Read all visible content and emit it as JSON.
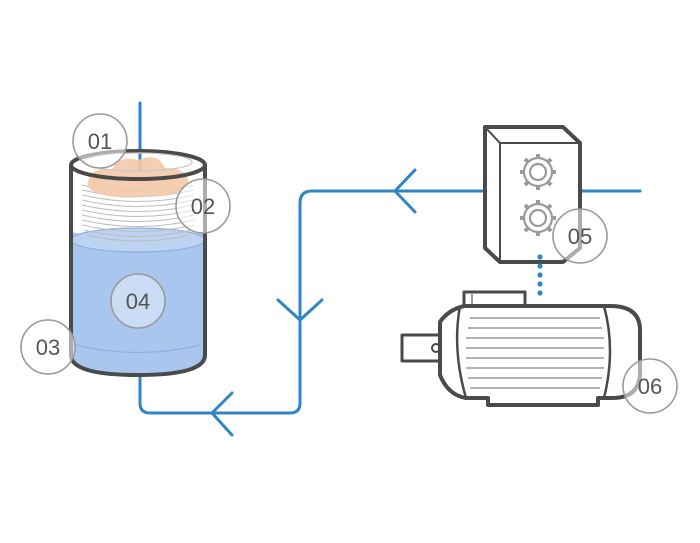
{
  "labels": {
    "l01": "01",
    "l02": "02",
    "l03": "03",
    "l04": "04",
    "l05": "05",
    "l06": "06"
  },
  "colors": {
    "flow": "#2f86c4",
    "outline": "#4a4a4a",
    "liquid": "#a9c6ee",
    "foam": "#f4c9a8",
    "callout": "#9a9a9a",
    "callout_fill": "rgba(255,255,255,0.55)"
  },
  "icons": {
    "tank": "tank-icon",
    "gearbox": "gearbox-icon",
    "motor": "electric-motor-icon"
  }
}
